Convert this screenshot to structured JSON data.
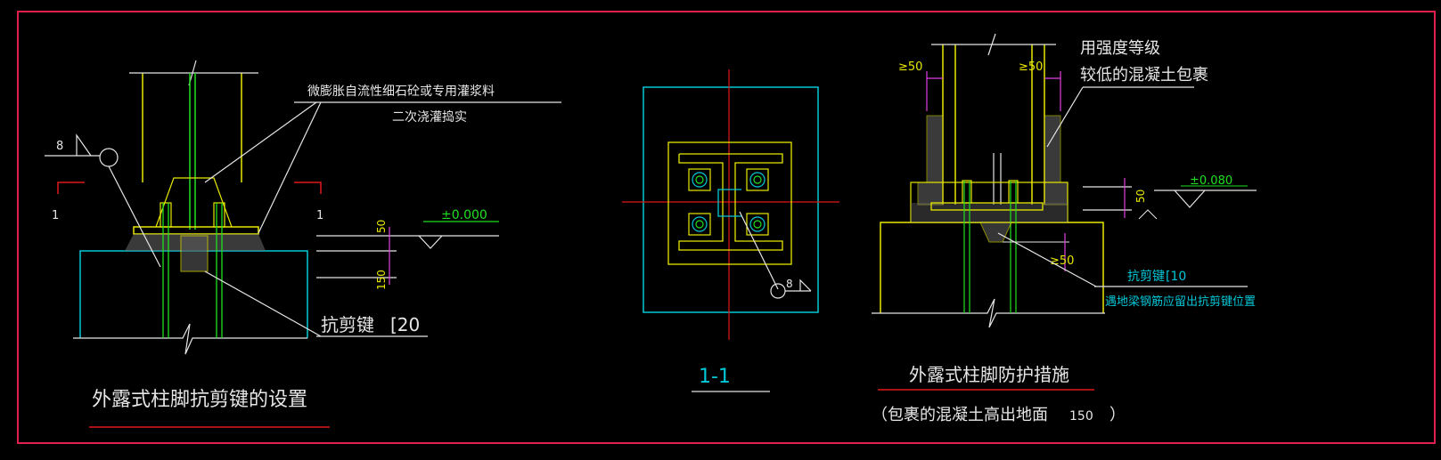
{
  "left_detail": {
    "grout_note_line1": "微膨胀自流性细石砼或专用灌浆料",
    "grout_note_line2": "二次浇灌捣实",
    "weld_size": "8",
    "section_mark_left": "1",
    "section_mark_right": "1",
    "elevation": "±0.000",
    "dim_top": "50",
    "dim_bottom": "150",
    "shear_key_label": "抗剪键",
    "shear_key_size": "[20",
    "title": "外露式柱脚抗剪键的设置"
  },
  "section_view": {
    "weld_size": "8",
    "title": "1-1"
  },
  "right_detail": {
    "note_line1": "用强度等级",
    "note_line2": "较低的混凝土包裹",
    "dim_left": "≥50",
    "dim_right": "≥50",
    "elevation": "±0.080",
    "dim_elev": "50",
    "dim_lower": "≥50",
    "shear_key_label": "抗剪键",
    "shear_key_size": "[10",
    "shear_key_note": "遇地梁钢筋应留出抗剪键位置",
    "title": "外露式柱脚防护措施",
    "subtitle": "（包裹的混凝土高出地面",
    "subtitle_value": "150",
    "subtitle_end": "）"
  },
  "colors": {
    "background": "#000000",
    "border": "#e0204a",
    "yellow": "#e8e800",
    "cyan": "#00c8d8",
    "green": "#20e020",
    "white": "#e6e6e6",
    "magenta": "#e040e0",
    "red": "#e01818"
  }
}
